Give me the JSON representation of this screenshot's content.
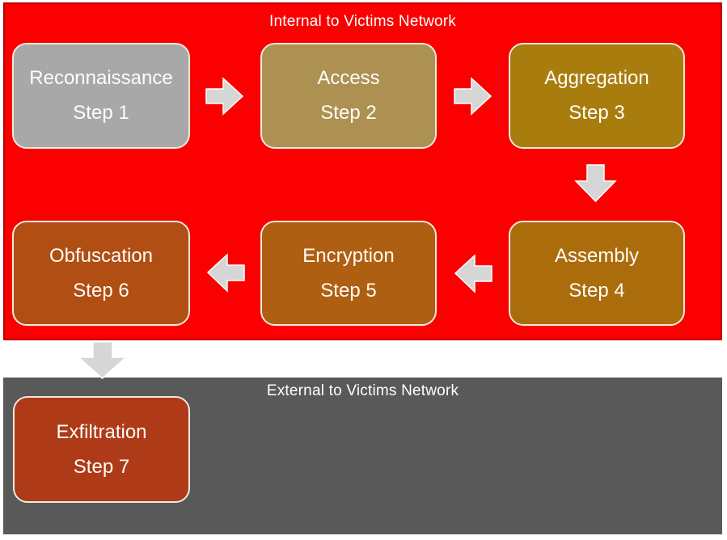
{
  "diagram": {
    "title_implied": "",
    "arrow_color": "#D6D6D6",
    "arrow_outline": "#FFFFFF",
    "internal": {
      "label": "Internal to Victims Network",
      "bg": "#FB0000",
      "border": "#C00000",
      "steps": [
        {
          "name": "Reconnaissance",
          "step": "Step 1",
          "color": "#A8A8A8"
        },
        {
          "name": "Access",
          "step": "Step 2",
          "color": "#AD9153"
        },
        {
          "name": "Aggregation",
          "step": "Step 3",
          "color": "#A87D0E"
        },
        {
          "name": "Assembly",
          "step": "Step 4",
          "color": "#AB6C0C"
        },
        {
          "name": "Encryption",
          "step": "Step 5",
          "color": "#AF5F12"
        },
        {
          "name": "Obfuscation",
          "step": "Step 6",
          "color": "#B04E13"
        }
      ]
    },
    "external": {
      "label": "External to Victims Network",
      "bg": "#595959",
      "steps": [
        {
          "name": "Exfiltration",
          "step": "Step 7",
          "color": "#AE3A18"
        }
      ]
    },
    "flow": [
      {
        "from": "Step 1",
        "to": "Step 2",
        "direction": "right"
      },
      {
        "from": "Step 2",
        "to": "Step 3",
        "direction": "right"
      },
      {
        "from": "Step 3",
        "to": "Step 4",
        "direction": "down"
      },
      {
        "from": "Step 4",
        "to": "Step 5",
        "direction": "left"
      },
      {
        "from": "Step 5",
        "to": "Step 6",
        "direction": "left"
      },
      {
        "from": "Step 6",
        "to": "Step 7",
        "direction": "down"
      }
    ]
  }
}
